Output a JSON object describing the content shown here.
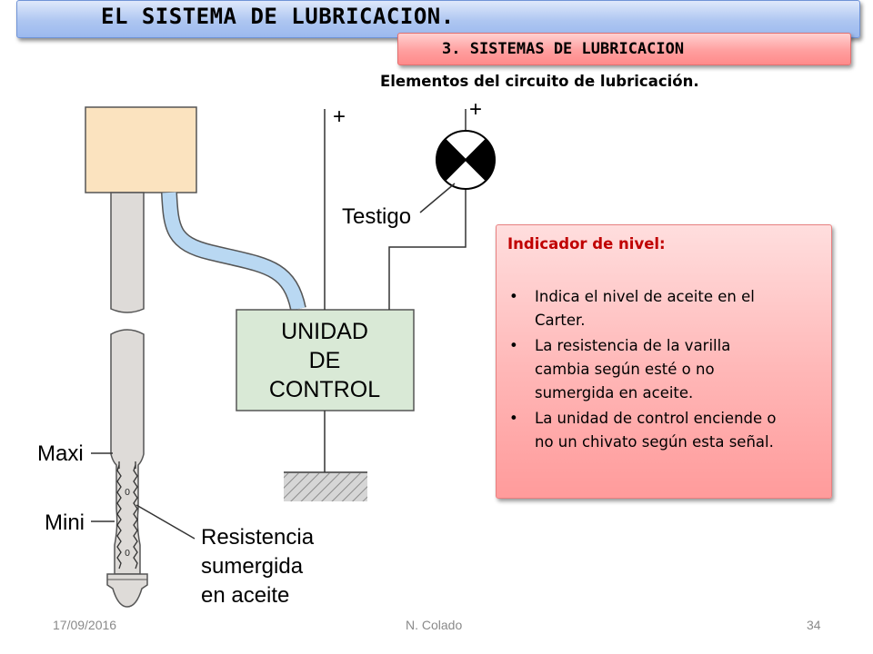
{
  "title": "EL SISTEMA DE LUBRICACION.",
  "subtitle": "3. SISTEMAS DE LUBRICACION",
  "heading": "Elementos del circuito de lubricación.",
  "diagram": {
    "plus_left": "+",
    "plus_right": "+",
    "testigo": "Testigo",
    "unit_line1": "UNIDAD",
    "unit_line2": "DE",
    "unit_line3": "CONTROL",
    "maxi": "Maxi",
    "mini": "Mini",
    "res_line1": "Resistencia",
    "res_line2": "sumergida",
    "res_line3": "en aceite"
  },
  "info": {
    "title": "Indicador de nivel:",
    "items": [
      [
        "Indica el nivel de aceite en el",
        "Carter."
      ],
      [
        "La resistencia de la varilla",
        "cambia según esté o no",
        "sumergida en aceite."
      ],
      [
        "La unidad de control enciende o",
        "no un chivato según esta señal."
      ]
    ]
  },
  "footer": {
    "date": "17/09/2016",
    "author": "N. Colado",
    "page": "34"
  },
  "colors": {
    "title_bar": "#aec6f1",
    "subtitle_bar": "#ff9f9f",
    "info_box": "#ffb6b6",
    "info_title": "#c00000",
    "sensor_head": "#fbe3bf",
    "control_unit": "#d9e9d6",
    "hose": "#b9d8f2"
  }
}
